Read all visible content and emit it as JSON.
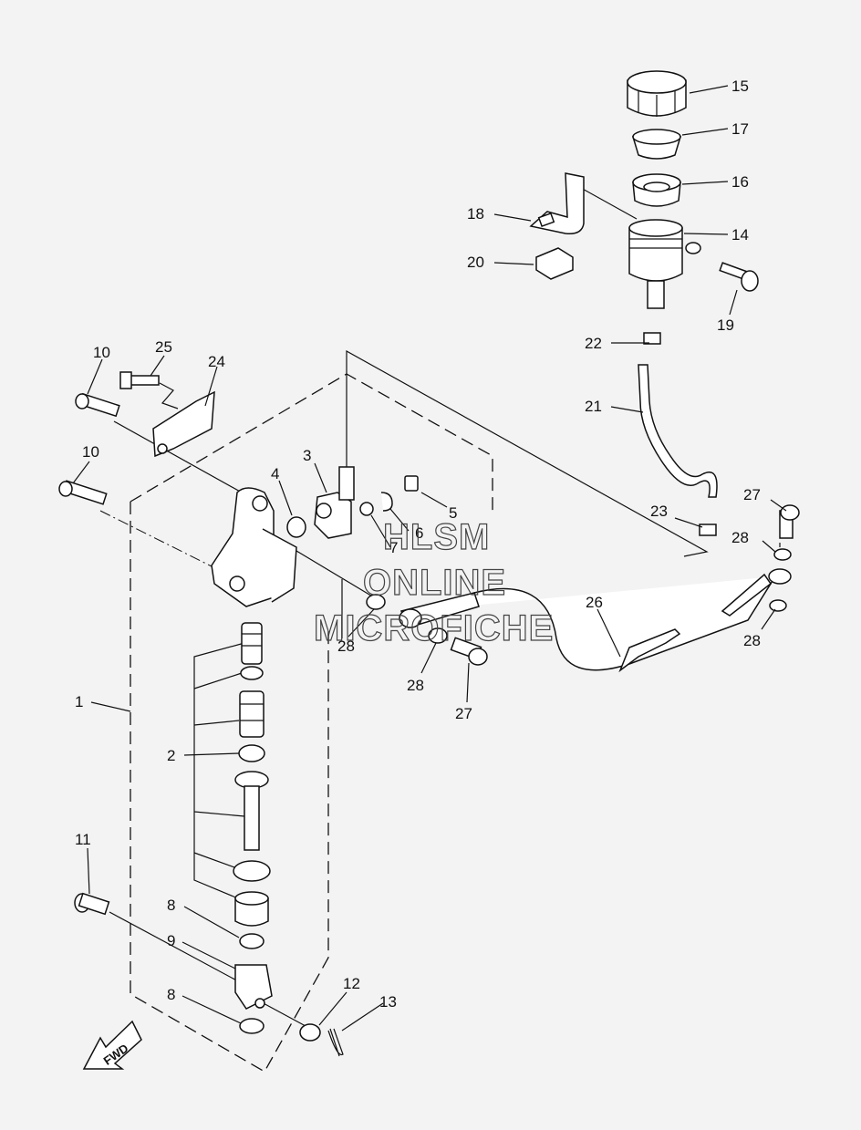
{
  "watermark": {
    "line1": "HLSM",
    "line2": "ONLINE",
    "line3": "MICROFICHE"
  },
  "direction_label": "FWD",
  "callouts": {
    "c1": "1",
    "c2": "2",
    "c3": "3",
    "c4": "4",
    "c5": "5",
    "c6": "6",
    "c7": "7",
    "c8a": "8",
    "c8b": "8",
    "c9": "9",
    "c10a": "10",
    "c10b": "10",
    "c11": "11",
    "c12": "12",
    "c13": "13",
    "c14": "14",
    "c15": "15",
    "c16": "16",
    "c17": "17",
    "c18": "18",
    "c19": "19",
    "c20": "20",
    "c21": "21",
    "c22": "22",
    "c23": "23",
    "c24": "24",
    "c25": "25",
    "c26": "26",
    "c27a": "27",
    "c27b": "27",
    "c28a": "28",
    "c28b": "28",
    "c28c": "28",
    "c28d": "28"
  }
}
